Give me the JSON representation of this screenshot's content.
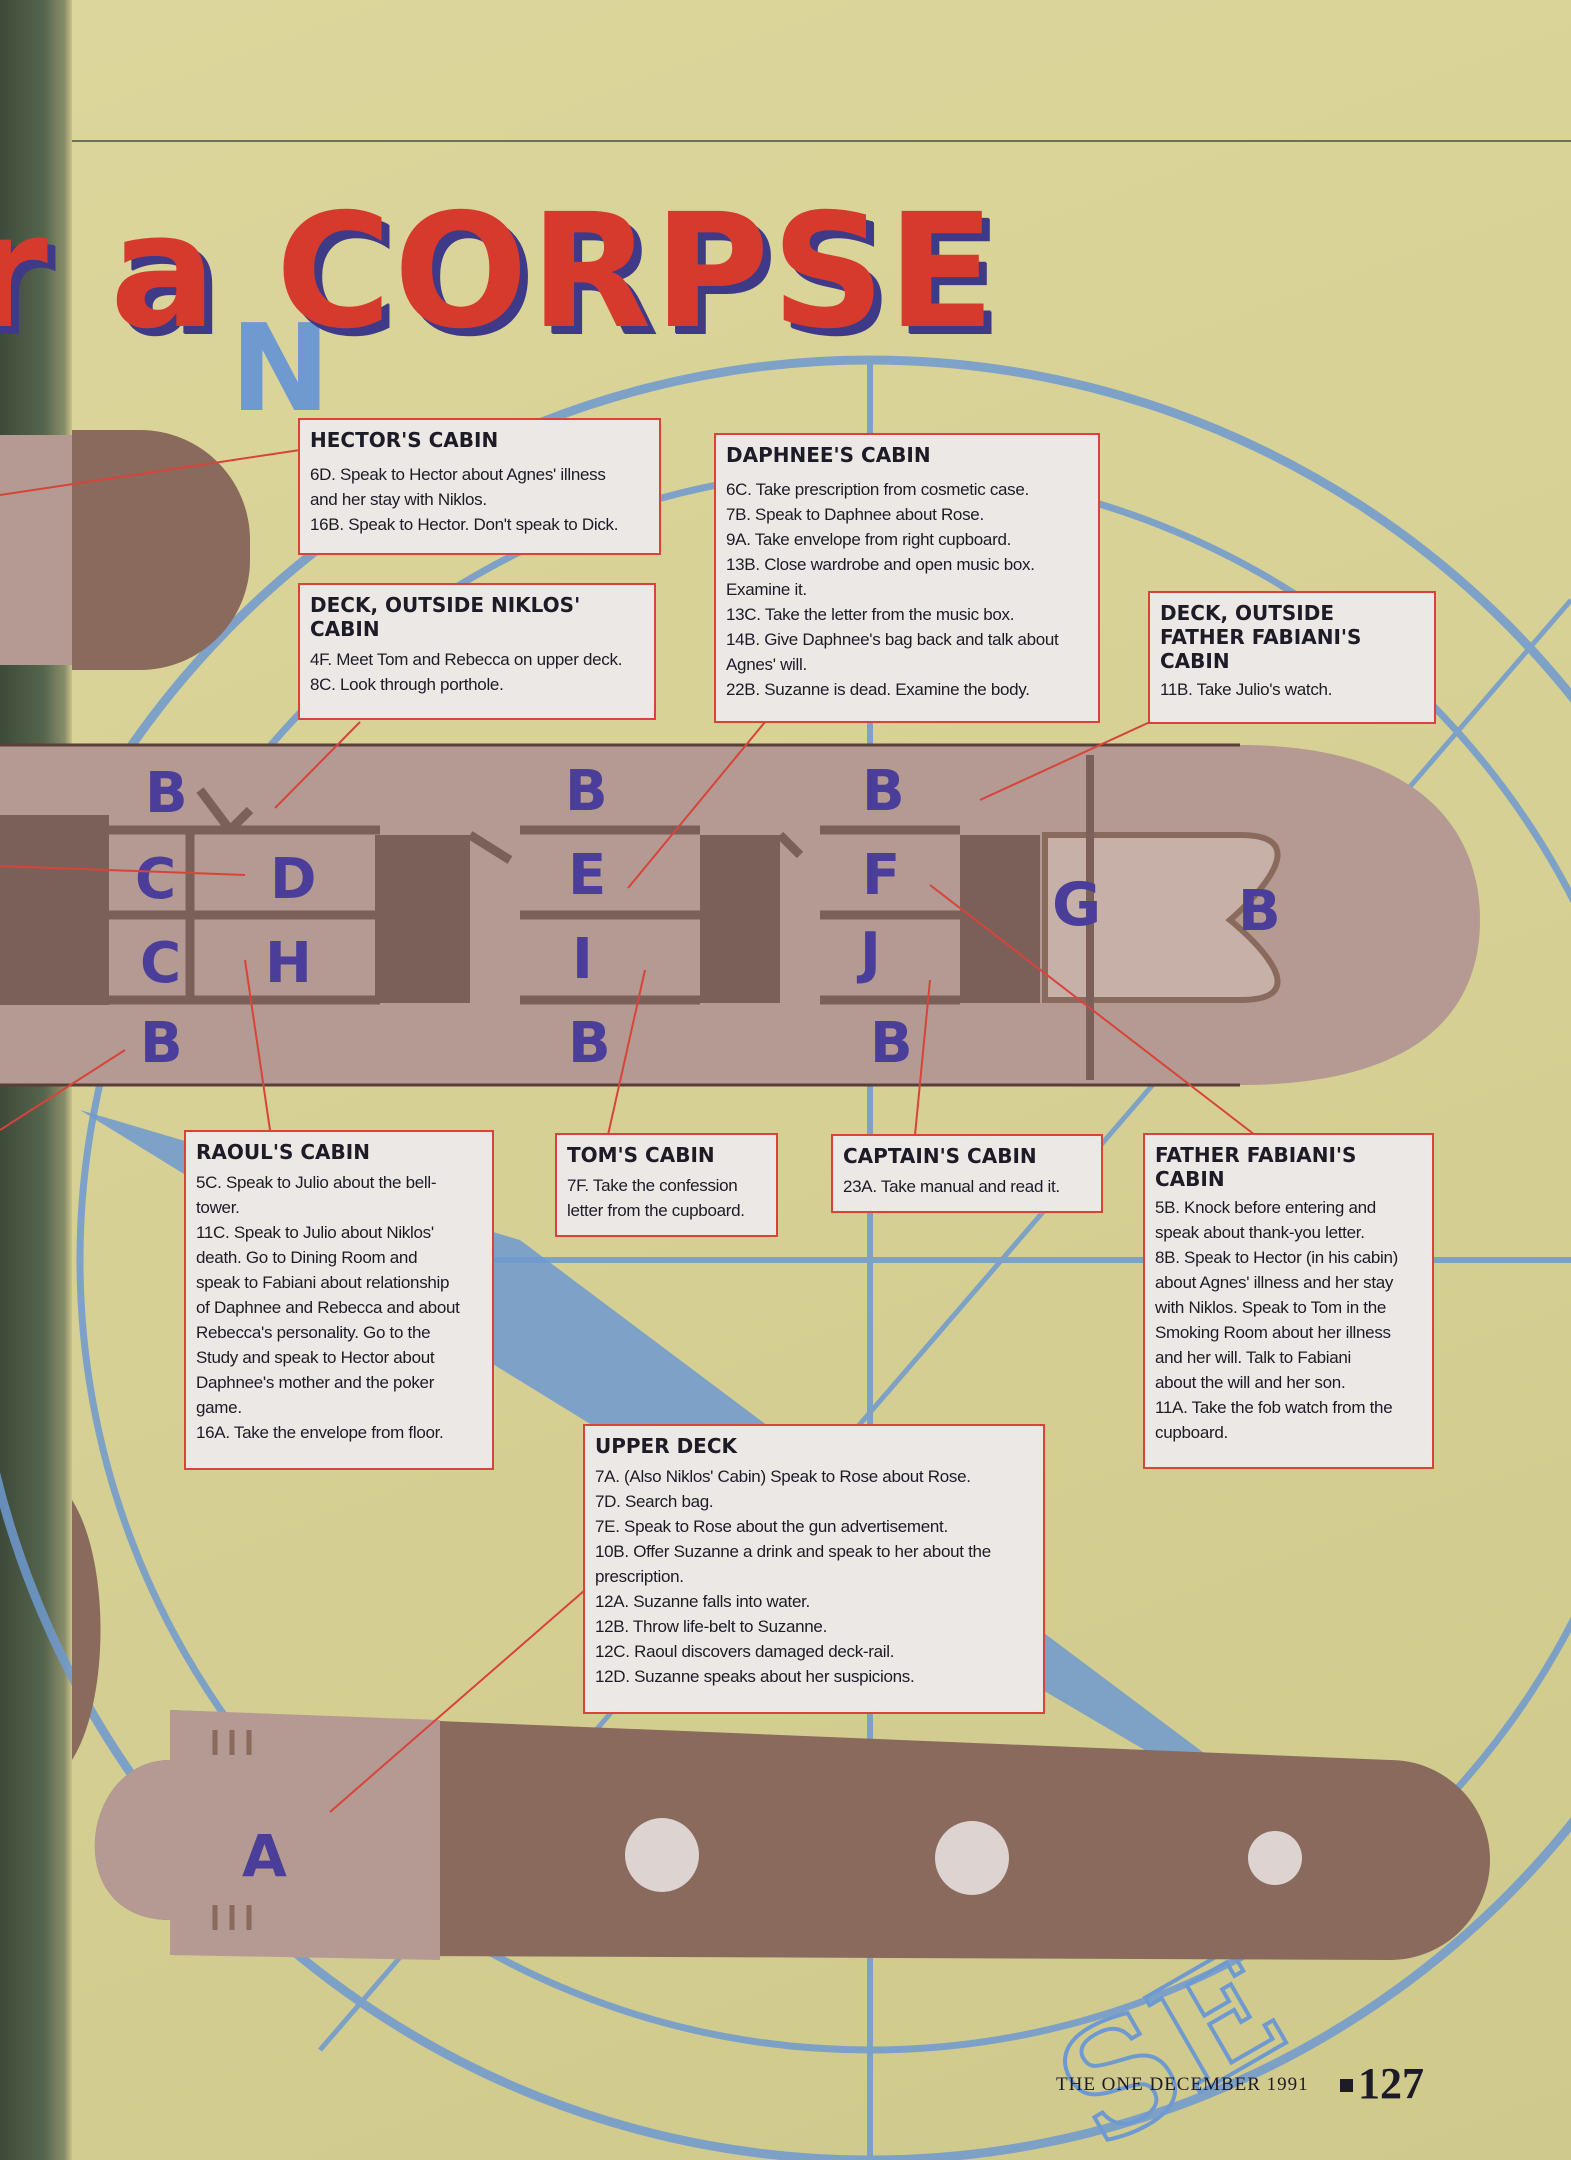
{
  "title": "a CORPSE",
  "title_letter_fragment": "r",
  "map_labels": {
    "a": "A",
    "b": "B",
    "c": "C",
    "d": "D",
    "e": "E",
    "f": "F",
    "g": "G",
    "h": "H",
    "i": "I",
    "j": "J"
  },
  "compass_fragments": {
    "n": "N",
    "se": "SE"
  },
  "boxes": [
    {
      "key": "hector",
      "title": "HECTOR'S CABIN",
      "items": [
        "6D. Speak to Hector about Agnes' illness",
        "and her stay with Niklos.",
        "16B. Speak to Hector. Don't speak to Dick."
      ]
    },
    {
      "key": "deck_niklos",
      "title_line1": "DECK, OUTSIDE NIKLOS'",
      "title_line2": "CABIN",
      "items": [
        "4F. Meet Tom and Rebecca on upper deck.",
        "8C. Look through porthole."
      ]
    },
    {
      "key": "daphnee",
      "title": "DAPHNEE'S CABIN",
      "items": [
        "6C. Take prescription from cosmetic case.",
        "7B. Speak to Daphnee about Rose.",
        "9A. Take envelope from right cupboard.",
        "13B. Close wardrobe and open music box.",
        "Examine it.",
        "13C. Take the letter from the music box.",
        "14B. Give Daphnee's bag back and talk about",
        "Agnes' will.",
        "22B. Suzanne is dead. Examine the body."
      ]
    },
    {
      "key": "deck_fabiani",
      "title_line1": "DECK, OUTSIDE",
      "title_line2": "FATHER FABIANI'S",
      "title_line3": "CABIN",
      "items": [
        "11B. Take Julio's watch."
      ]
    },
    {
      "key": "raoul",
      "title": "RAOUL'S CABIN",
      "items": [
        "5C. Speak to Julio about the bell-",
        "tower.",
        "11C. Speak to Julio about Niklos'",
        "death. Go to Dining Room and",
        "speak to Fabiani about relationship",
        "of Daphnee and Rebecca and about",
        "Rebecca's personality. Go to the",
        "Study and speak to Hector about",
        "Daphnee's mother and the poker",
        "game.",
        "16A. Take the envelope from floor."
      ]
    },
    {
      "key": "tom",
      "title": "TOM'S CABIN",
      "items": [
        "7F. Take the confession",
        "letter from the cupboard."
      ]
    },
    {
      "key": "captain",
      "title": "CAPTAIN'S CABIN",
      "items": [
        "23A. Take manual and read it."
      ]
    },
    {
      "key": "fabiani",
      "title_line1": "FATHER FABIANI'S",
      "title_line2": "CABIN",
      "items": [
        "5B. Knock before entering and",
        "speak about thank-you letter.",
        "8B. Speak to Hector (in his cabin)",
        "about Agnes' illness and her stay",
        "with Niklos. Speak to Tom in the",
        "Smoking Room about her illness",
        "and her will. Talk to Fabiani",
        "about the will and her son.",
        "11A. Take the fob watch from the",
        "cupboard."
      ]
    },
    {
      "key": "upper_deck",
      "title": "UPPER DECK",
      "items": [
        "7A. (Also Niklos' Cabin) Speak to Rose about Rose.",
        "7D. Search bag.",
        "7E. Speak to Rose about the gun advertisement.",
        "10B. Offer Suzanne a drink and speak to her about the",
        "prescription.",
        "12A. Suzanne falls into water.",
        "12B. Throw life-belt to Suzanne.",
        "12C. Raoul discovers damaged deck-rail.",
        "12D. Suzanne speaks about her suspicions."
      ]
    }
  ],
  "footer": {
    "magazine": "THE ONE DECEMBER 1991",
    "page": "127"
  },
  "colors": {
    "background": "#d8d296",
    "title_red": "#d63a2d",
    "title_shadow": "#3e3a88",
    "hull": "#b49a92",
    "hull_dark": "#8a6a5c",
    "wall": "#7a6058",
    "letters": "#4b3e9a",
    "callout_line": "#d8433a",
    "compass_blue": "#6f9ad0"
  }
}
